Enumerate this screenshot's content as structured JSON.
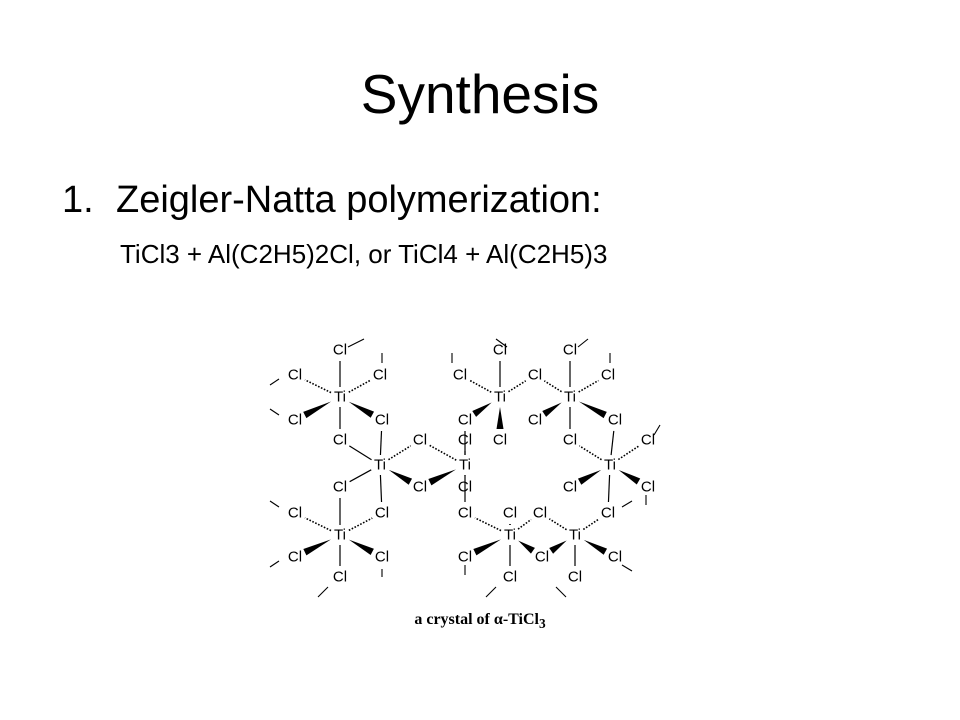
{
  "slide": {
    "title": "Synthesis",
    "point_number": "1.",
    "point_text": "Zeigler-Natta polymerization:",
    "reagents": "TiCl3 + Al(C2H5)2Cl, or TiCl4 + Al(C2H5)3"
  },
  "diagram": {
    "atoms": {
      "titanium": "Ti",
      "chlorine": "Cl"
    },
    "caption": {
      "prefix": "a crystal of ",
      "alpha": "α",
      "formula": "-TiCl",
      "subscript": "3"
    }
  }
}
